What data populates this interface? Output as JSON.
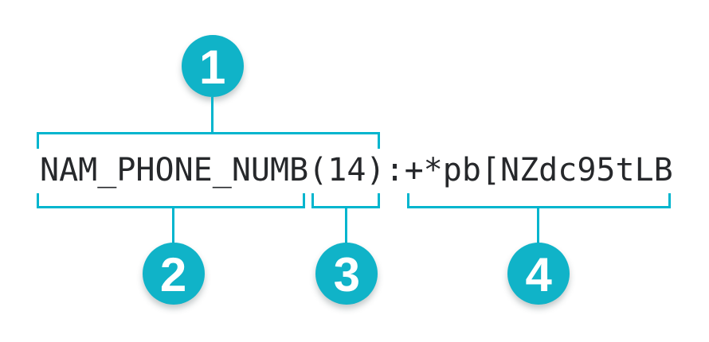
{
  "code": {
    "name": "NAM_PHONE_NUMB",
    "length": "(14)",
    "separator": ":",
    "value": "+*pb[NZdc95tLB",
    "full": "NAM_PHONE_NUMB(14):+*pb[NZdc95tLB"
  },
  "markers": [
    {
      "label": "1"
    },
    {
      "label": "2"
    },
    {
      "label": "3"
    },
    {
      "label": "4"
    }
  ],
  "colors": {
    "accent_line": "#00B5CE",
    "accent_fill": "#10B3C8",
    "code_text": "#26282B",
    "marker_text": "#FFFFFF",
    "background": "#FFFFFF"
  }
}
